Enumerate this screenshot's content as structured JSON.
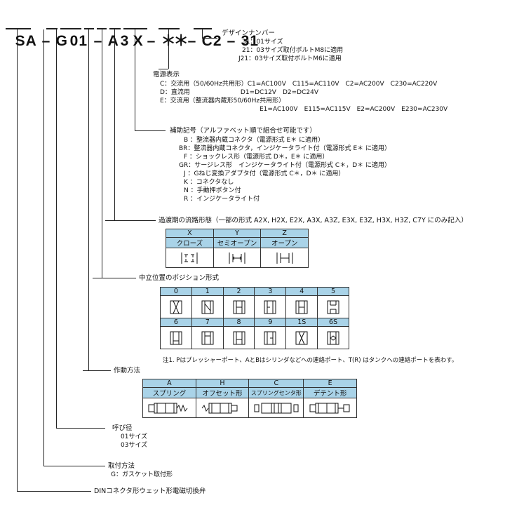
{
  "code": {
    "parts": [
      "SA",
      "–",
      "G",
      "01",
      "–",
      "A",
      "3",
      "X",
      "–",
      "＊",
      "＊",
      "–",
      "C2",
      "–",
      "31"
    ]
  },
  "design_number": {
    "title": "デザインナンバー",
    "items": [
      "31：01サイズ",
      "21：03サイズ取付ボルトM8に適用",
      "J21：03サイズ取付ボルトM6に適用"
    ]
  },
  "power": {
    "title": "電源表示",
    "lines": [
      "C：交流用（50/60Hz共用形）C1=AC100V　C115=AC110V　C2=AC200V　C230=AC220V",
      "D：直流用　　　　　　　　D1=DC12V　D2=DC24V",
      "E：交流用（整流器内蔵形50/60Hz共用形）",
      "E1=AC100V　E115=AC115V　E2=AC200V　E230=AC230V"
    ]
  },
  "aux": {
    "title": "補助記号（アルファベット順で組合せ可能です）",
    "items": [
      "B ：整流器内蔵コネクタ（電源形式 E＊ に適用）",
      "BR：整流器内蔵コネクタ，インジケータライト付（電源形式 E＊ に適用）",
      "F ：ショックレス形（電源形式 D＊，E＊ に適用）",
      "GR：サージレス形　インジケータライト付（電源形式 C＊，D＊ に適用）",
      "J ：Gねじ変換アダプタ付（電源形式 C＊，D＊ に適用）",
      "K ：コネクタなし",
      "N ：手動押ボタン付",
      "R ：インジケータライト付"
    ]
  },
  "transition": {
    "title": "過渡期の流路形態（一部の形式 A2X, H2X, E2X, A3X, A3Z, E3X, E3Z, H3X, H3Z, C7Y にのみ記入）",
    "cols": [
      {
        "code": "X",
        "name": "クローズ"
      },
      {
        "code": "Y",
        "name": "セミオープン"
      },
      {
        "code": "Z",
        "name": "オープン"
      }
    ]
  },
  "neutral": {
    "title": "中立位置のポジション形式",
    "row1": [
      "0",
      "1",
      "2",
      "3",
      "4",
      "5"
    ],
    "row2": [
      "6",
      "7",
      "8",
      "9",
      "1S",
      "6S"
    ],
    "note": "注1. Pはプレッシャーポート、AとBはシリンダなどへの連絡ポート、T(R) はタンクへの連絡ポートを表わす。"
  },
  "actuation": {
    "title": "作動方法",
    "cols": [
      {
        "code": "A",
        "name": "スプリング"
      },
      {
        "code": "H",
        "name": "オフセット形"
      },
      {
        "code": "C",
        "name": "スプリングセンタ形"
      },
      {
        "code": "E",
        "name": "デテント形"
      }
    ]
  },
  "nominal": {
    "title": "呼び径",
    "items": [
      "01サイズ",
      "03サイズ"
    ]
  },
  "mount": {
    "title": "取付方法",
    "items": [
      "G：ガスケット取付形"
    ]
  },
  "series": {
    "title": "DINコネクタ形ウェット形電磁切換弁"
  },
  "colors": {
    "header_bg": "#a9d3e8",
    "line": "#222222"
  }
}
